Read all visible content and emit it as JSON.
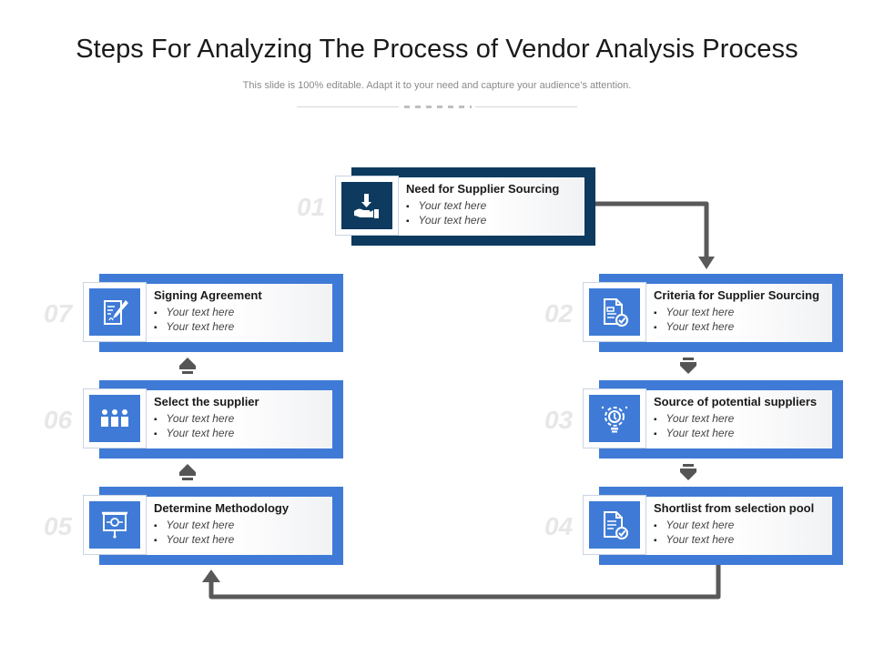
{
  "title": "Steps For Analyzing The Process of Vendor Analysis Process",
  "subtitle": "This slide is 100% editable. Adapt it to your need and capture your audience’s attention.",
  "colors": {
    "accent": "#3f7bd6",
    "dark": "#0d3a5e",
    "arrow": "#595959",
    "number": "#e7e7e7"
  },
  "steps": [
    {
      "number": "01",
      "heading": "Need for Supplier Sourcing",
      "bullets": [
        "Your text here",
        "Your text here"
      ],
      "icon": "hand-receive-icon"
    },
    {
      "number": "02",
      "heading": "Criteria for  Supplier Sourcing",
      "bullets": [
        "Your text here",
        "Your text here"
      ],
      "icon": "document-check-icon"
    },
    {
      "number": "03",
      "heading": "Source of potential suppliers",
      "bullets": [
        "Your text here",
        "Your text here"
      ],
      "icon": "gear-bulb-icon"
    },
    {
      "number": "04",
      "heading": "Shortlist  from selection pool",
      "bullets": [
        "Your text here",
        "Your text here"
      ],
      "icon": "document-check-icon"
    },
    {
      "number": "05",
      "heading": "Determine Methodology",
      "bullets": [
        "Your text here",
        "Your text here"
      ],
      "icon": "presentation-board-icon"
    },
    {
      "number": "06",
      "heading": "Select the supplier",
      "bullets": [
        "Your text here",
        "Your text here"
      ],
      "icon": "people-group-icon"
    },
    {
      "number": "07",
      "heading": "Signing Agreement",
      "bullets": [
        "Your text here",
        "Your text here"
      ],
      "icon": "document-pen-icon"
    }
  ]
}
